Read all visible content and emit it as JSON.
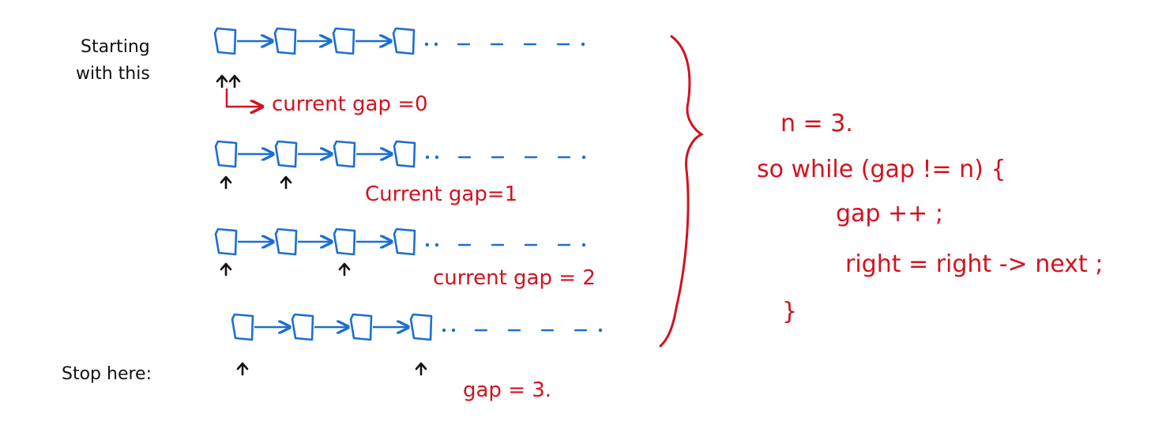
{
  "colors": {
    "node": "#1c6fd1",
    "annotation": "#d4121f",
    "ink": "#111111",
    "background": "#ffffff"
  },
  "left_labels": {
    "starting_line1": "Starting",
    "starting_line2": "with this",
    "stop": "Stop here:"
  },
  "rows": [
    {
      "label": "current gap =0",
      "pointer_nodes": [
        0,
        0
      ]
    },
    {
      "label": "Current gap=1",
      "pointer_nodes": [
        0,
        1
      ]
    },
    {
      "label": "current gap = 2",
      "pointer_nodes": [
        0,
        2
      ]
    },
    {
      "label": "gap = 3.",
      "pointer_nodes": [
        0,
        3
      ]
    }
  ],
  "code": {
    "line1": "n = 3.",
    "line2": "so while (gap != n) {",
    "line3": "gap ++ ;",
    "line4": "right = right -> next ;",
    "line5": "}"
  }
}
